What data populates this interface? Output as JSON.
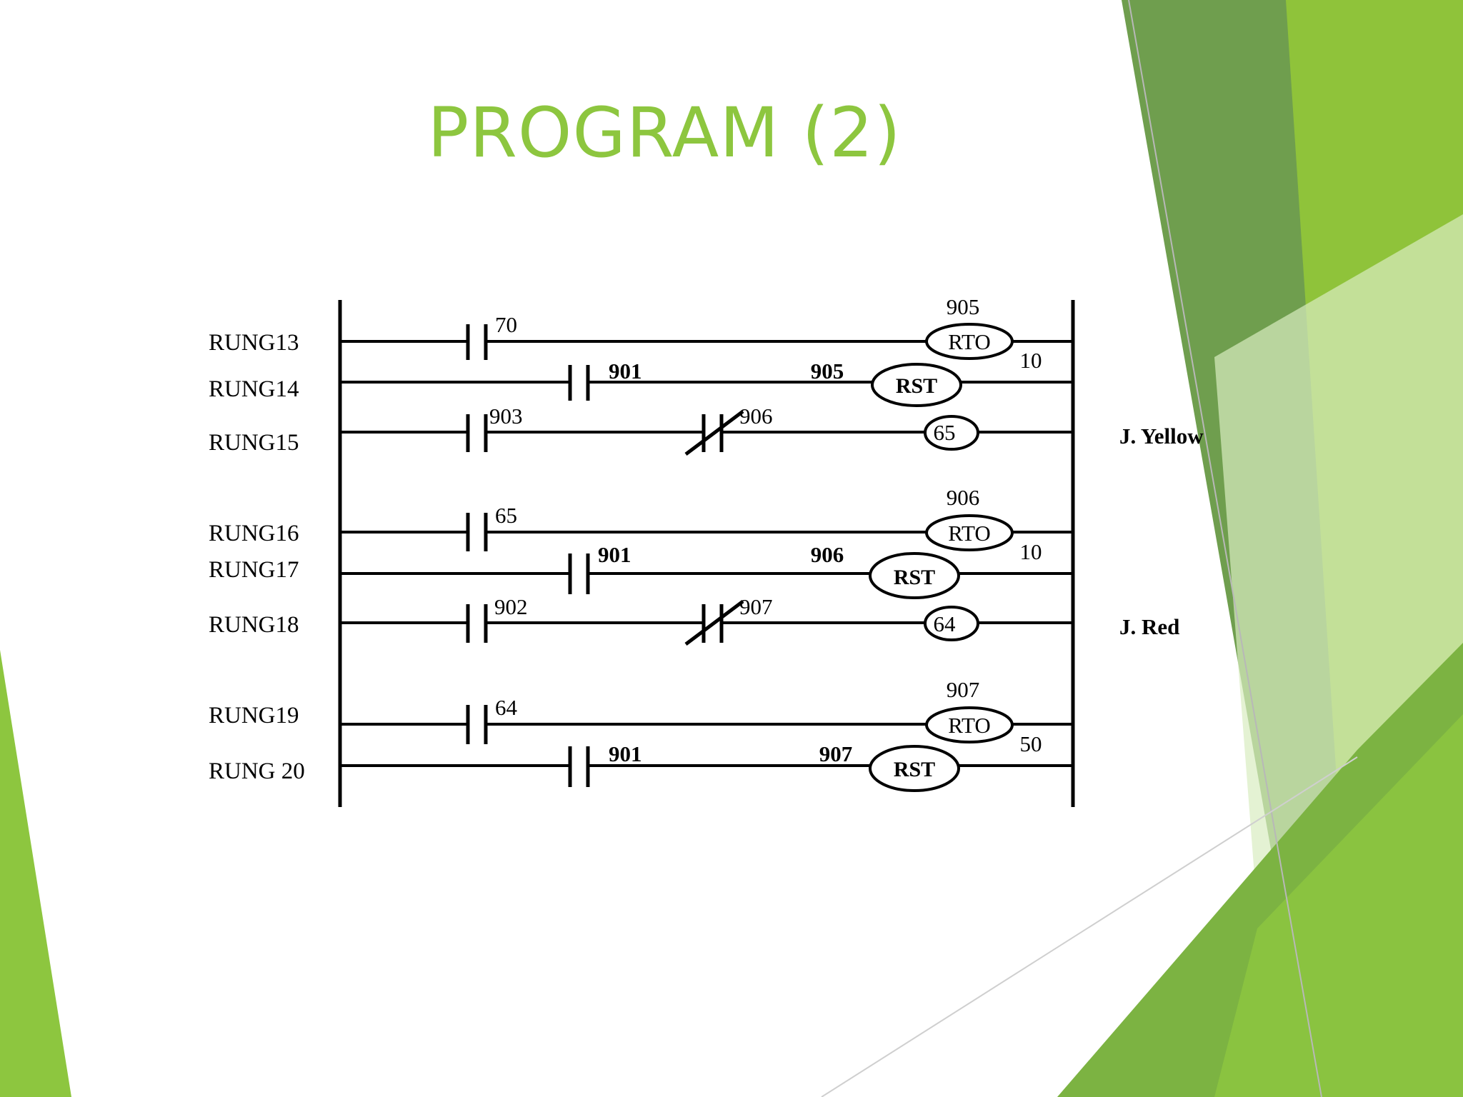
{
  "title": "PROGRAM (2)",
  "colors": {
    "title": "#8dc63f",
    "accent_dark": "#5f8f3a",
    "accent_light": "#9ccb52"
  },
  "rungs": [
    {
      "label": "RUNG13",
      "contacts": [
        {
          "type": "NO",
          "address": "70"
        }
      ],
      "coil": {
        "type": "RTO",
        "address": "905",
        "preset": "10"
      }
    },
    {
      "label": "RUNG14",
      "contacts": [
        {
          "type": "NO",
          "address": "901"
        }
      ],
      "coil": {
        "type": "RST",
        "address": "905"
      }
    },
    {
      "label": "RUNG15",
      "contacts": [
        {
          "type": "NO",
          "address": "903"
        },
        {
          "type": "NC",
          "address": "906"
        }
      ],
      "coil": {
        "type": "OUT",
        "address": "65"
      },
      "side_label": "J. Yellow"
    },
    {
      "label": "RUNG16",
      "contacts": [
        {
          "type": "NO",
          "address": "65"
        }
      ],
      "coil": {
        "type": "RTO",
        "address": "906",
        "preset": "10"
      }
    },
    {
      "label": "RUNG17",
      "contacts": [
        {
          "type": "NO",
          "address": "901"
        }
      ],
      "coil": {
        "type": "RST",
        "address": "906"
      }
    },
    {
      "label": "RUNG18",
      "contacts": [
        {
          "type": "NO",
          "address": "902"
        },
        {
          "type": "NC",
          "address": "907"
        }
      ],
      "coil": {
        "type": "OUT",
        "address": "64"
      },
      "side_label": "J. Red"
    },
    {
      "label": "RUNG19",
      "contacts": [
        {
          "type": "NO",
          "address": "64"
        }
      ],
      "coil": {
        "type": "RTO",
        "address": "907",
        "preset": "50"
      }
    },
    {
      "label": "RUNG 20",
      "contacts": [
        {
          "type": "NO",
          "address": "901"
        }
      ],
      "coil": {
        "type": "RST",
        "address": "907"
      }
    }
  ]
}
